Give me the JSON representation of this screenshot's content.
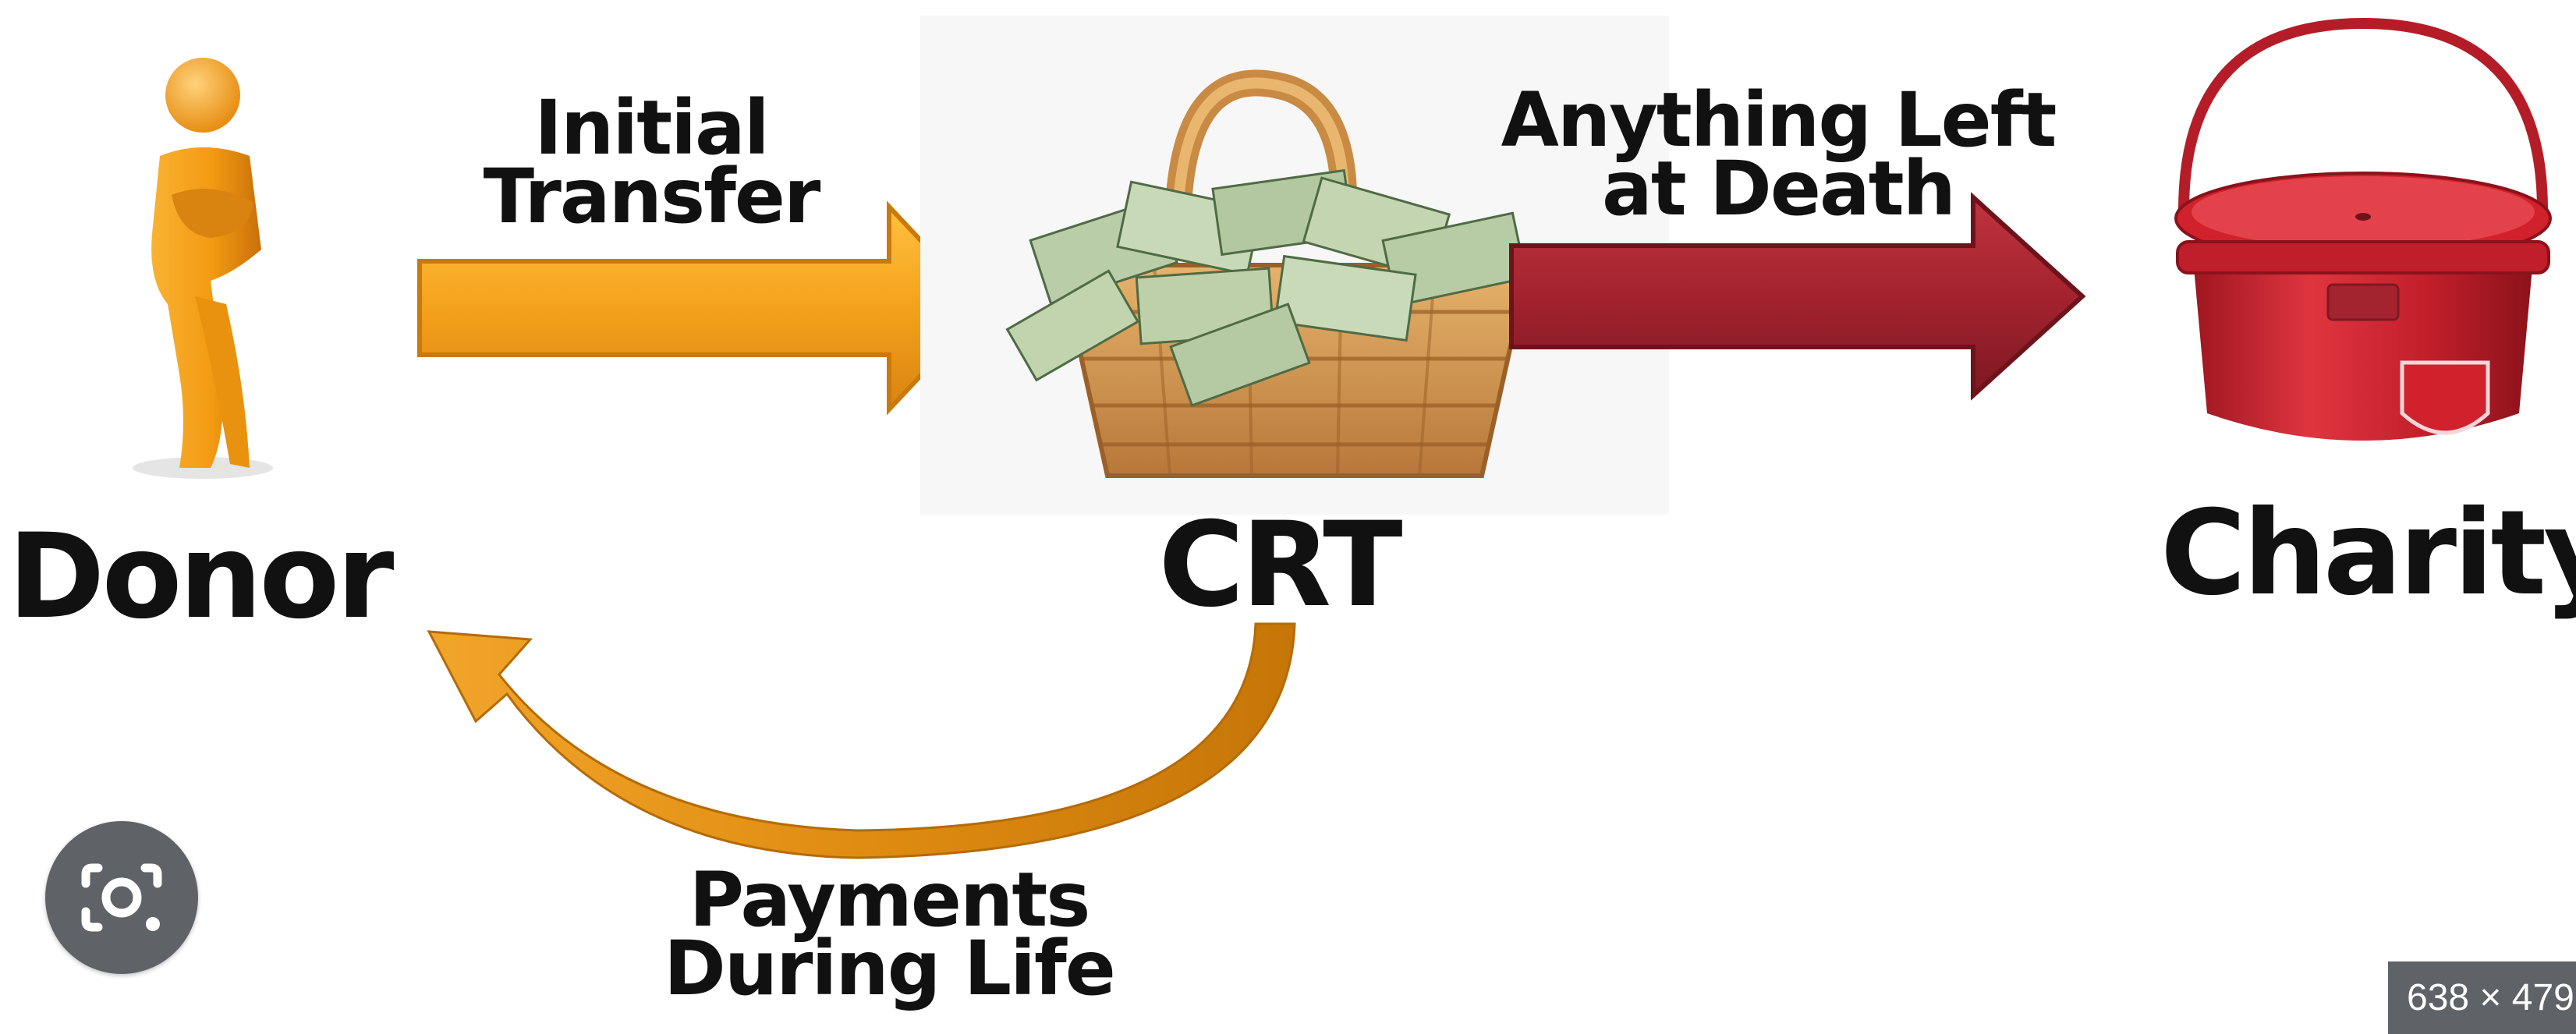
{
  "nodes": {
    "donor": "Donor",
    "crt": "CRT",
    "charity": "Charity"
  },
  "arrows": {
    "initial_transfer": [
      "Initial",
      "Transfer"
    ],
    "anything_left": [
      "Anything Left",
      "at Death"
    ],
    "payments": [
      "Payments",
      "During Life"
    ]
  },
  "colors": {
    "orange_arrow": "#f4a21c",
    "orange_arrow_dark": "#d98310",
    "red_arrow": "#a3232f",
    "red_arrow_dark": "#7e1822",
    "curved_arrow": "#e49415",
    "kettle": "#d0212c"
  },
  "image_viewer": {
    "lens_icon": "lens-icon",
    "size_badge": "638 × 479"
  }
}
